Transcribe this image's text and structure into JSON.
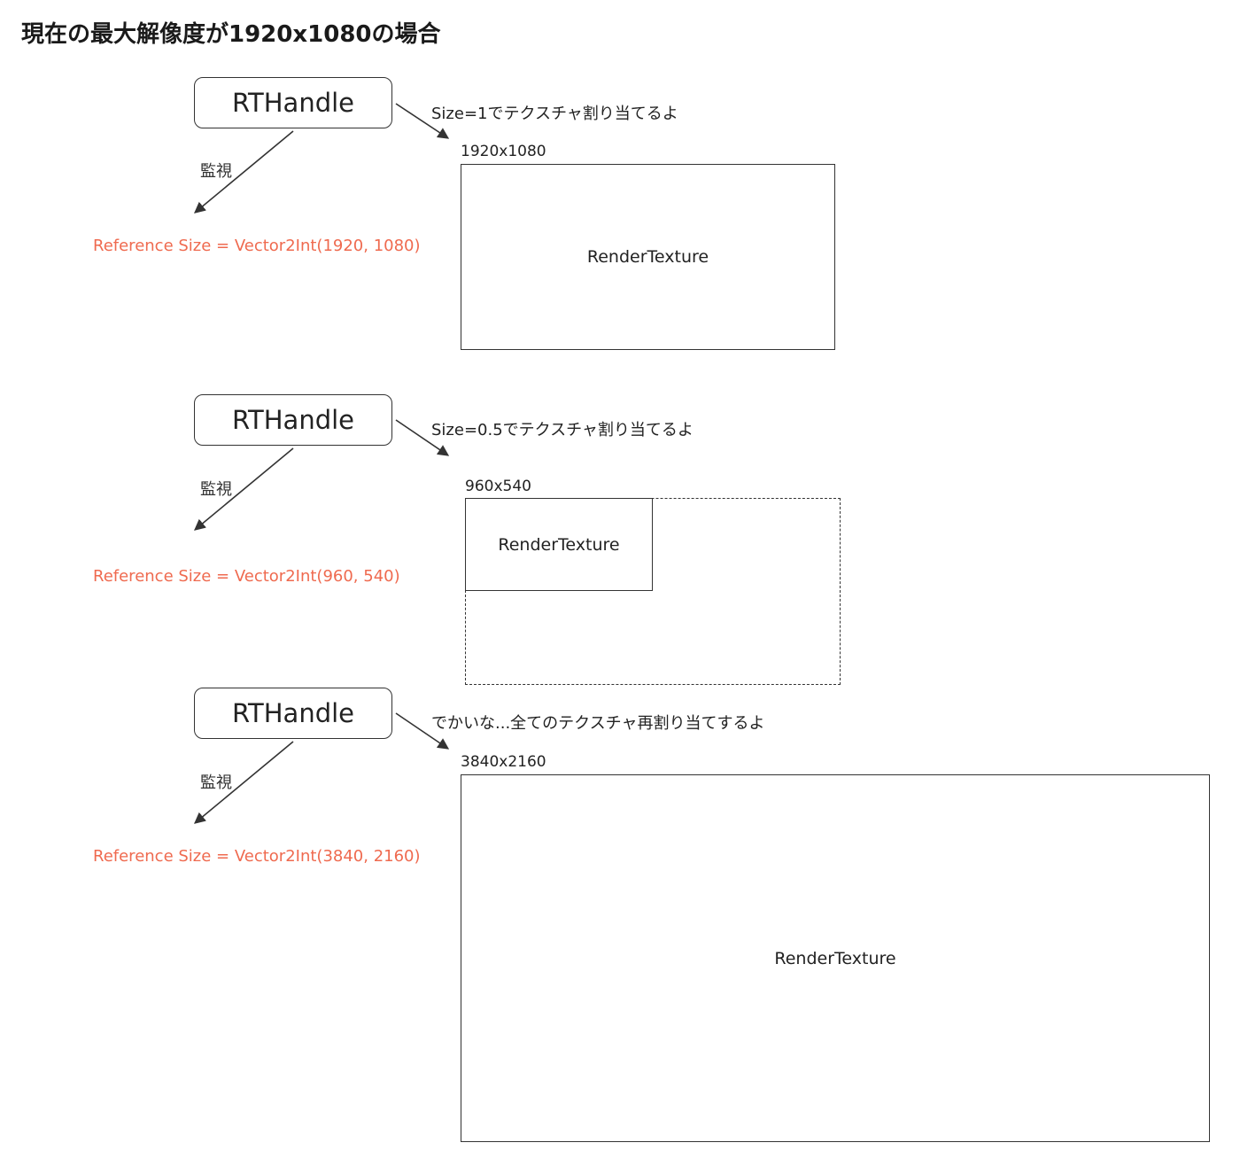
{
  "title": "現在の最大解像度が1920x1080の場合",
  "sections": [
    {
      "handle_label": "RTHandle",
      "watch_label": "監視",
      "reference": "Reference Size = Vector2Int(1920, 1080)",
      "allocation_note": "Size=1でテクスチャ割り当てるよ",
      "texture_size": "1920x1080",
      "texture_label": "RenderTexture"
    },
    {
      "handle_label": "RTHandle",
      "watch_label": "監視",
      "reference": "Reference Size = Vector2Int(960, 540)",
      "allocation_note": "Size=0.5でテクスチャ割り当てるよ",
      "texture_size": "960x540",
      "texture_label": "RenderTexture"
    },
    {
      "handle_label": "RTHandle",
      "watch_label": "監視",
      "reference": "Reference Size = Vector2Int(3840, 2160)",
      "allocation_note": "でかいな...全てのテクスチャ再割り当てするよ",
      "texture_size": "3840x2160",
      "texture_label": "RenderTexture"
    }
  ]
}
